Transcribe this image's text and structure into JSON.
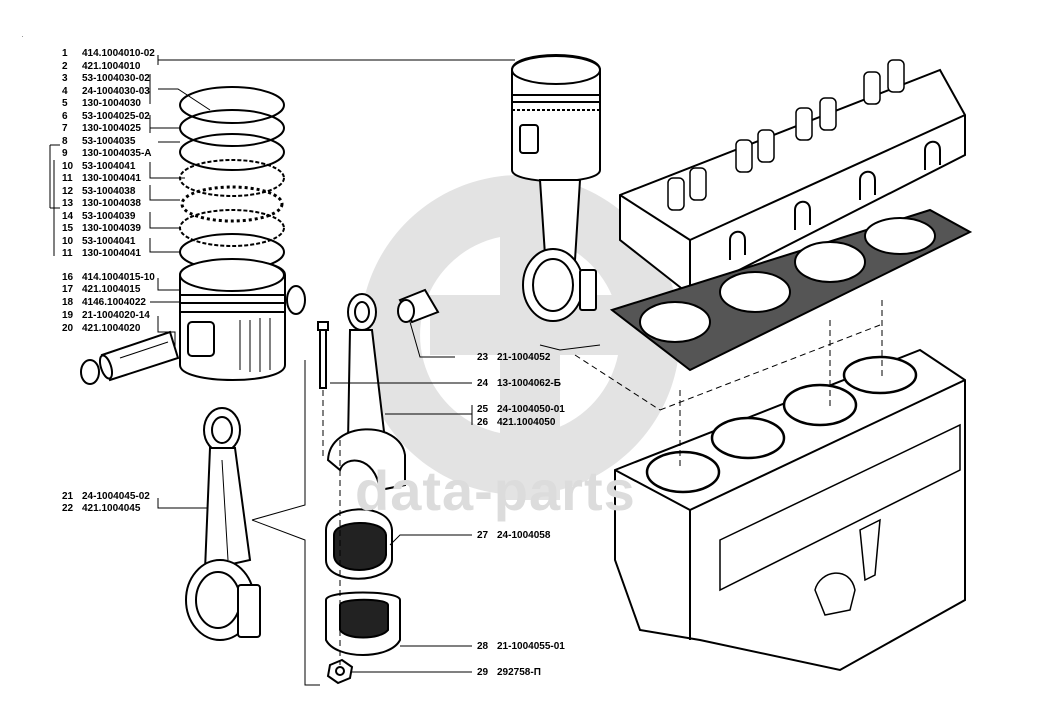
{
  "diagram": {
    "title": "Piston, connecting rod, cylinder head and block exploded view",
    "watermark": {
      "text": "data-parts",
      "logo": "circular-d-logo",
      "color": "#dcdcdc"
    },
    "line_color": "#000000",
    "callouts_left_top": [
      {
        "num": "1",
        "part": "414.1004010-02"
      },
      {
        "num": "2",
        "part": "421.1004010"
      },
      {
        "num": "3",
        "part": "53-1004030-02"
      },
      {
        "num": "4",
        "part": "24-1004030-03"
      },
      {
        "num": "5",
        "part": "130-1004030"
      },
      {
        "num": "6",
        "part": "53-1004025-02"
      },
      {
        "num": "7",
        "part": "130-1004025"
      },
      {
        "num": "8",
        "part": "53-1004035"
      },
      {
        "num": "9",
        "part": "130-1004035-А"
      },
      {
        "num": "10",
        "part": "53-1004041"
      },
      {
        "num": "11",
        "part": "130-1004041"
      },
      {
        "num": "12",
        "part": "53-1004038"
      },
      {
        "num": "13",
        "part": "130-1004038"
      },
      {
        "num": "14",
        "part": "53-1004039"
      },
      {
        "num": "15",
        "part": "130-1004039"
      },
      {
        "num": "10",
        "part": "53-1004041"
      },
      {
        "num": "11",
        "part": "130-1004041"
      }
    ],
    "callouts_left_mid": [
      {
        "num": "16",
        "part": "414.1004015-10"
      },
      {
        "num": "17",
        "part": "421.1004015"
      },
      {
        "num": "18",
        "part": "4146.1004022"
      },
      {
        "num": "19",
        "part": "21-1004020-14"
      },
      {
        "num": "20",
        "part": "421.1004020"
      }
    ],
    "callouts_left_bottom": [
      {
        "num": "21",
        "part": "24-1004045-02"
      },
      {
        "num": "22",
        "part": "421.1004045"
      }
    ],
    "callouts_right": [
      {
        "num": "23",
        "part": "21-1004052"
      },
      {
        "num": "24",
        "part": "13-1004062-Б"
      },
      {
        "num": "25",
        "part": "24-1004050-01"
      },
      {
        "num": "26",
        "part": "421.1004050"
      },
      {
        "num": "27",
        "part": "24-1004058"
      },
      {
        "num": "28",
        "part": "21-1004055-01"
      },
      {
        "num": "29",
        "part": "292758-П"
      }
    ]
  }
}
